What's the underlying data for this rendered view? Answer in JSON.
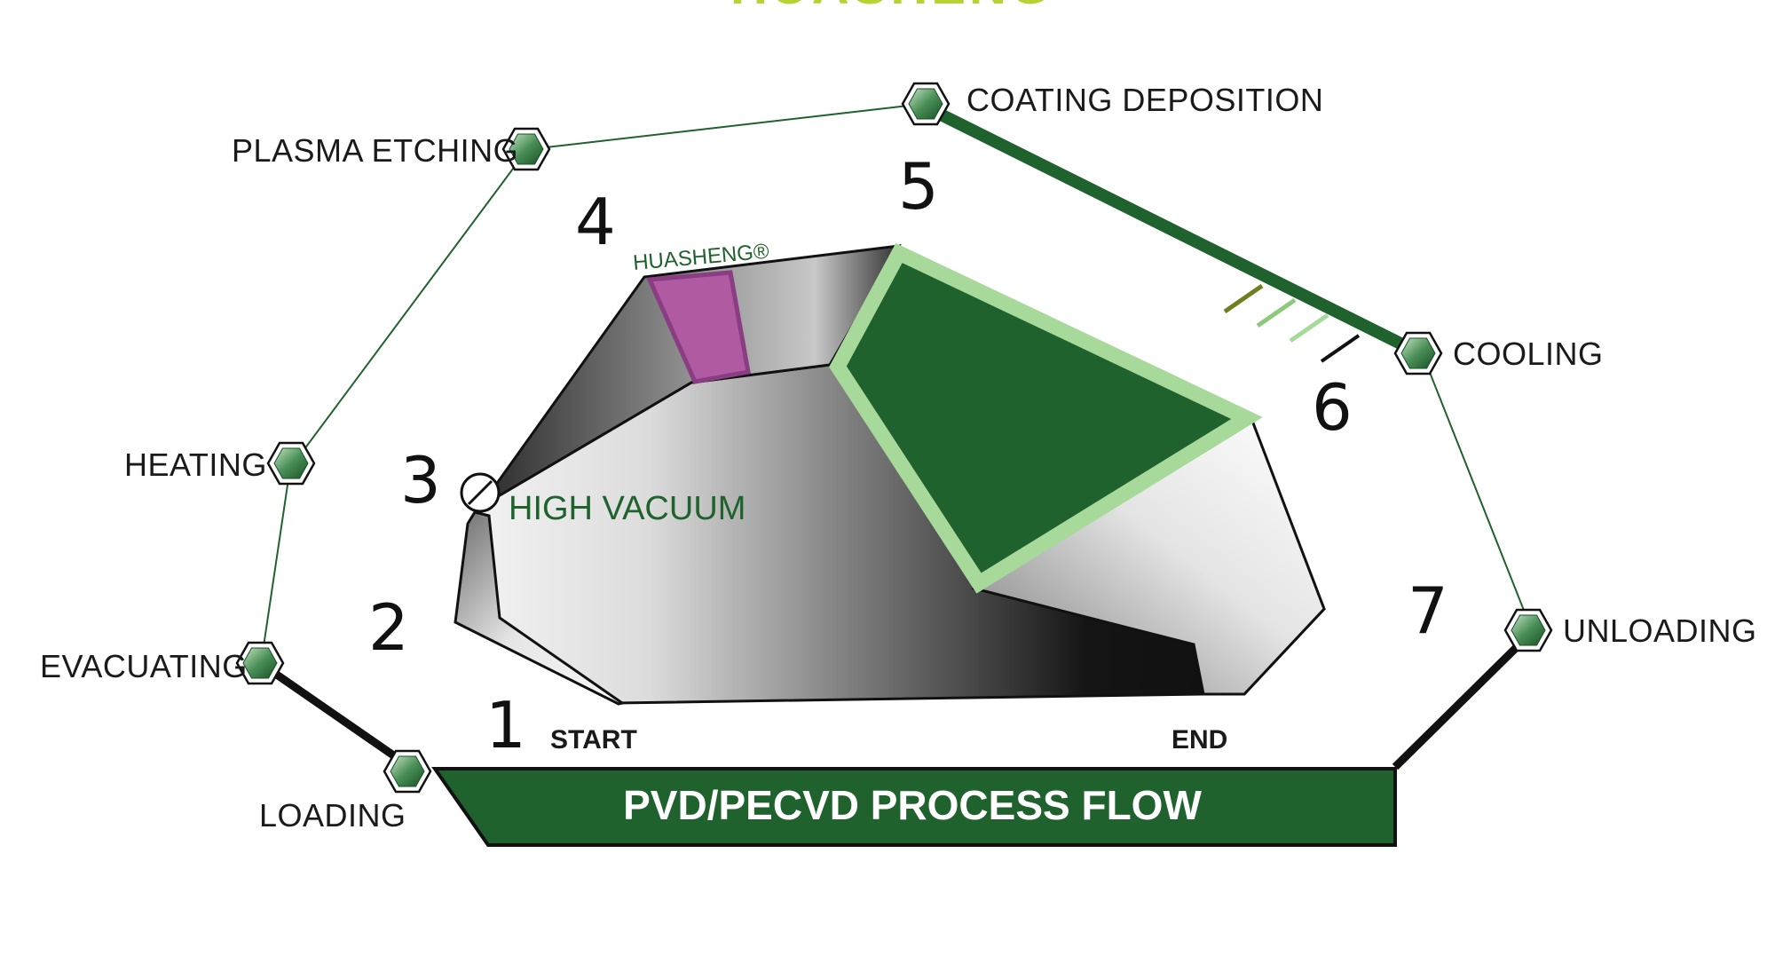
{
  "brand": {
    "header_text": "HUASHENG",
    "chamber_mark": "HUASHENG®"
  },
  "stages": [
    {
      "id": "loading",
      "label": "LOADING"
    },
    {
      "id": "evacuating",
      "label": "EVACUATING"
    },
    {
      "id": "heating",
      "label": "HEATING"
    },
    {
      "id": "plasma-etching",
      "label": "PLASMA ETCHING"
    },
    {
      "id": "coating-deposition",
      "label": "COATING DEPOSITION"
    },
    {
      "id": "cooling",
      "label": "COOLING"
    },
    {
      "id": "unloading",
      "label": "UNLOADING"
    }
  ],
  "step_numbers": [
    "1",
    "2",
    "3",
    "4",
    "5",
    "6",
    "7"
  ],
  "chamber": {
    "high_vacuum_label": "HIGH VACUUM",
    "start_label": "START",
    "end_label": "END"
  },
  "banner": {
    "title": "PVD/PECVD PROCESS FLOW"
  },
  "colors": {
    "dark_green": "#20622d",
    "light_green": "#a7d99a",
    "lime": "#b6d334",
    "magenta": "#b05aa2"
  },
  "icons": {
    "stage_node": "hexagon-icon",
    "valve": "valve-icon"
  }
}
